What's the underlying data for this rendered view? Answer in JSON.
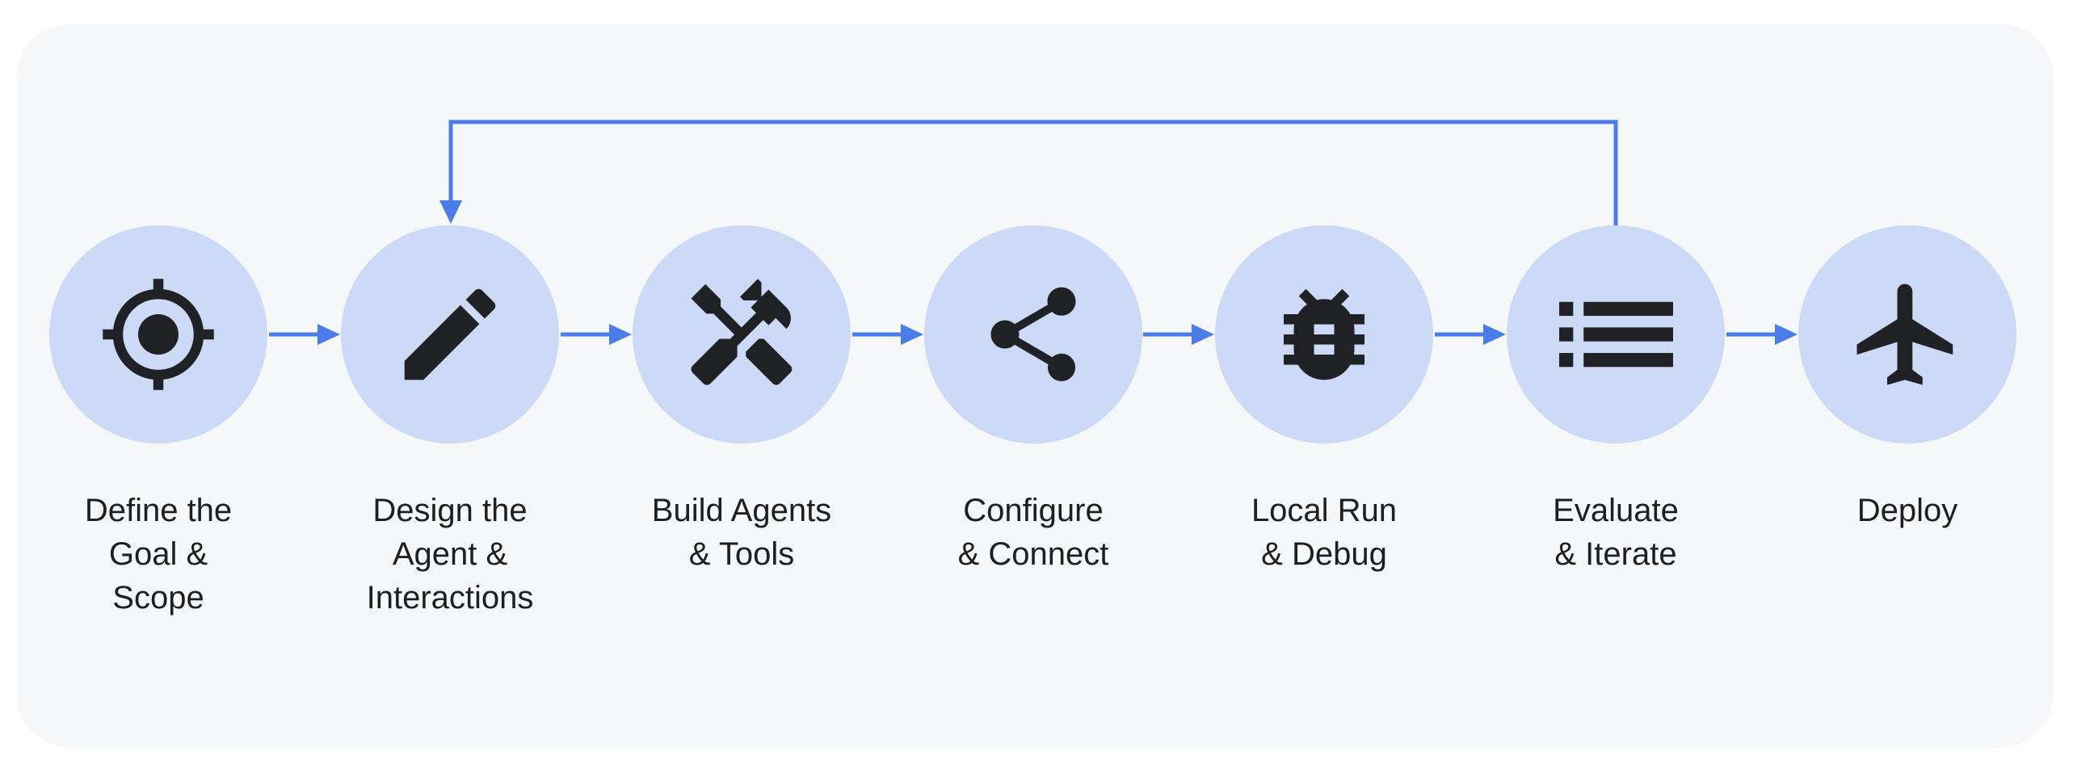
{
  "diagram": {
    "name": "Agent development workflow",
    "colors": {
      "page_background": "#ffffff",
      "canvas_background": "#f5f7f9",
      "circle_fill": "#ccdaf8",
      "icon": "#202124",
      "arrow": "#4a7de9",
      "text": "#1f1f1f"
    },
    "steps": [
      {
        "id": "define-goal-scope",
        "icon": "target-icon",
        "label": "Define the Goal & Scope",
        "lines": [
          "Define the",
          "Goal &",
          "Scope"
        ]
      },
      {
        "id": "design-agent-interactions",
        "icon": "pencil-icon",
        "label": "Design the Agent & Interactions",
        "lines": [
          "Design the",
          "Agent &",
          "Interactions"
        ]
      },
      {
        "id": "build-agents-tools",
        "icon": "hammer-wrench-icon",
        "label": "Build Agents & Tools",
        "lines": [
          "Build Agents",
          "& Tools"
        ]
      },
      {
        "id": "configure-connect",
        "icon": "share-icon",
        "label": "Configure & Connect",
        "lines": [
          "Configure",
          "& Connect"
        ]
      },
      {
        "id": "local-run-debug",
        "icon": "bug-icon",
        "label": "Local Run & Debug",
        "lines": [
          "Local Run",
          "& Debug"
        ]
      },
      {
        "id": "evaluate-iterate",
        "icon": "list-icon",
        "label": "Evaluate & Iterate",
        "lines": [
          "Evaluate",
          "& Iterate"
        ]
      },
      {
        "id": "deploy",
        "icon": "airplane-icon",
        "label": "Deploy",
        "lines": [
          "Deploy"
        ]
      }
    ],
    "connections": {
      "forward_sequence": [
        "Define the Goal & Scope → Design the Agent & Interactions",
        "Design the Agent & Interactions → Build Agents & Tools",
        "Build Agents & Tools → Configure & Connect",
        "Configure & Connect → Local Run & Debug",
        "Local Run & Debug → Evaluate & Iterate",
        "Evaluate & Iterate → Deploy"
      ],
      "feedback_loop": "Evaluate & Iterate → Design the Agent & Interactions"
    }
  }
}
